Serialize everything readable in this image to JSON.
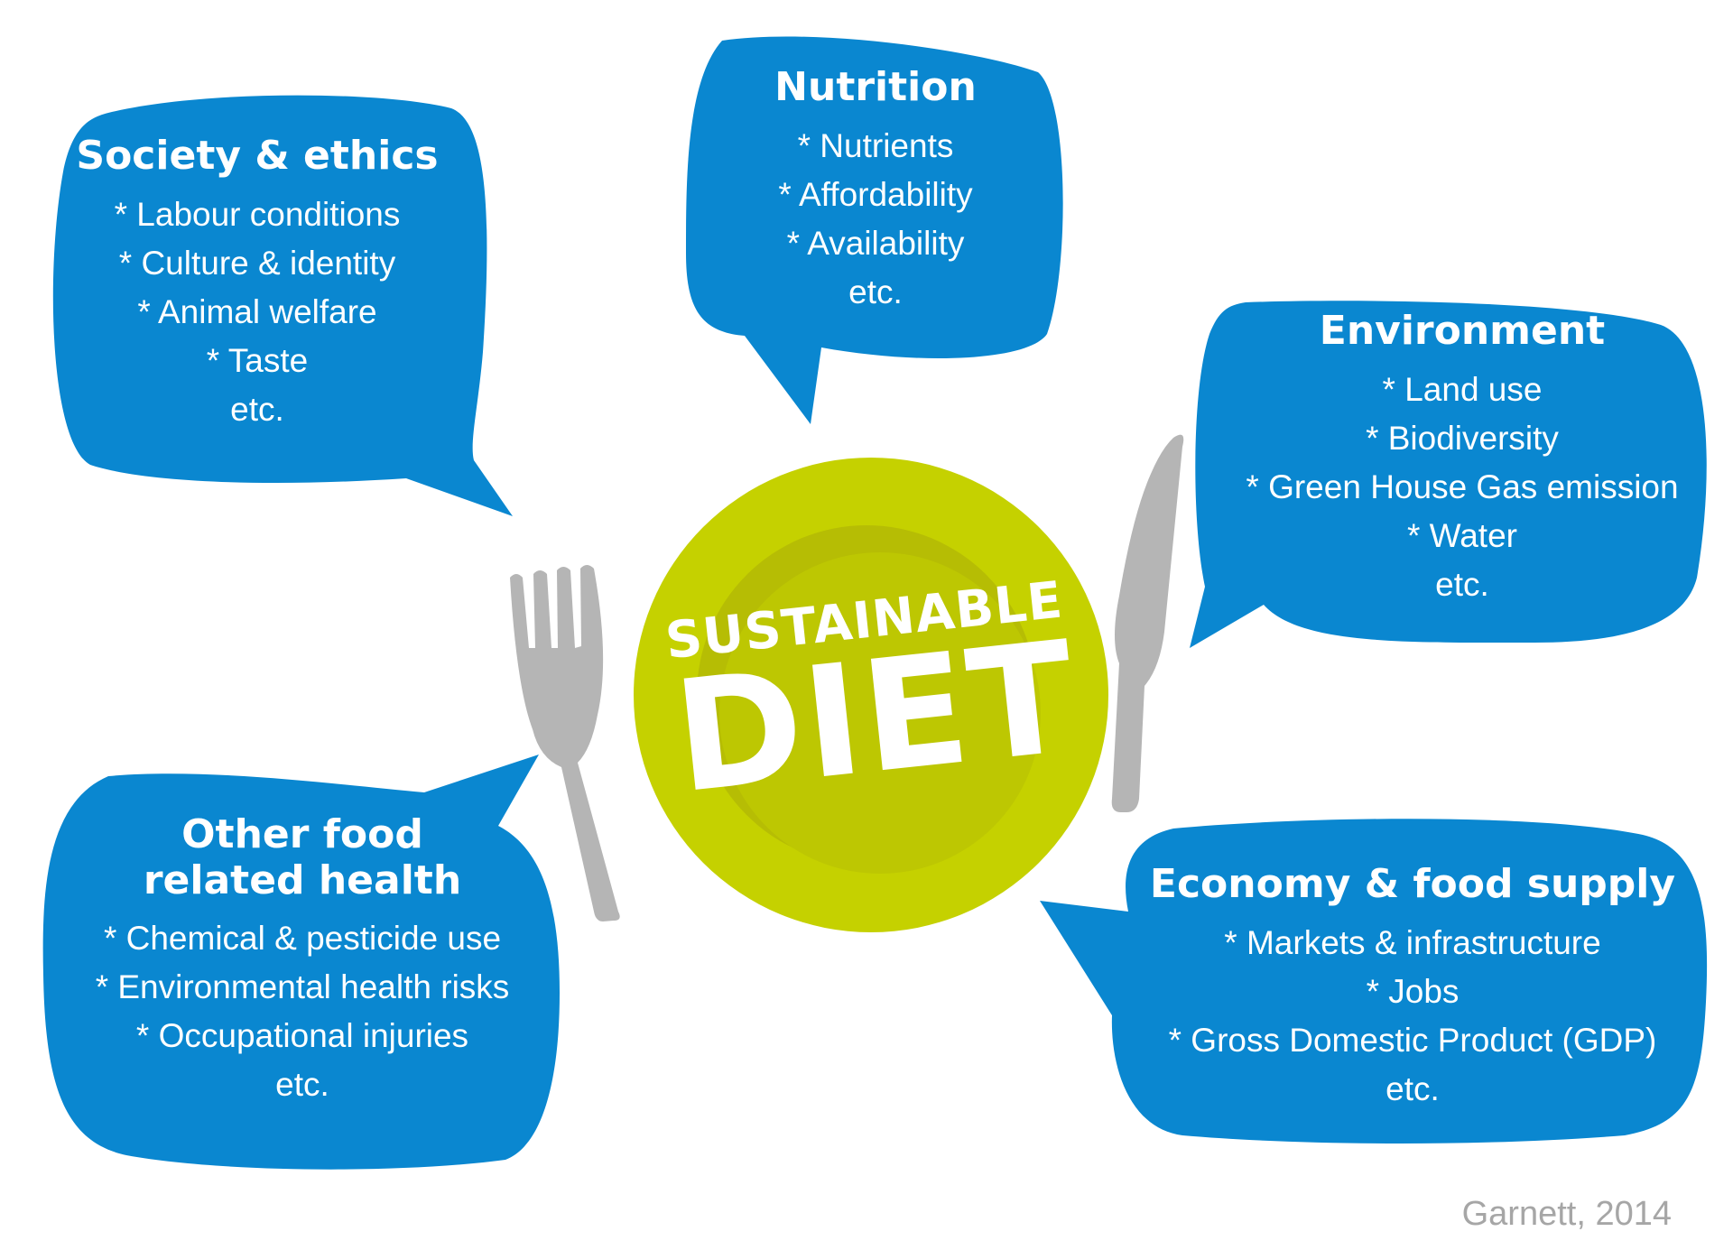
{
  "colors": {
    "bubble": "#0a87d0",
    "plate_outer": "#c5d100",
    "plate_inner": "#b6bd04",
    "cutlery": "#b5b5b5",
    "text": "#ffffff",
    "citation": "#a6a6a6"
  },
  "center": {
    "line1": "SUSTAINABLE",
    "line2": "DIET"
  },
  "bubbles": {
    "society": {
      "title": "Society & ethics",
      "items": [
        "* Labour conditions",
        "* Culture & identity",
        "* Animal welfare",
        "* Taste"
      ],
      "etc": "etc."
    },
    "nutrition": {
      "title": "Nutrition",
      "items": [
        "* Nutrients",
        "* Affordability",
        "* Availability"
      ],
      "etc": "etc."
    },
    "environment": {
      "title": "Environment",
      "items": [
        "* Land use",
        "* Biodiversity",
        "* Green House Gas emission",
        "* Water"
      ],
      "etc": "etc."
    },
    "health": {
      "title_line1": "Other food",
      "title_line2": "related health",
      "items": [
        "* Chemical & pesticide use",
        "* Environmental health risks",
        "* Occupational injuries"
      ],
      "etc": "etc."
    },
    "economy": {
      "title": "Economy & food supply",
      "items": [
        "* Markets & infrastructure",
        "* Jobs",
        "* Gross Domestic Product (GDP)"
      ],
      "etc": "etc."
    }
  },
  "citation": "Garnett, 2014"
}
